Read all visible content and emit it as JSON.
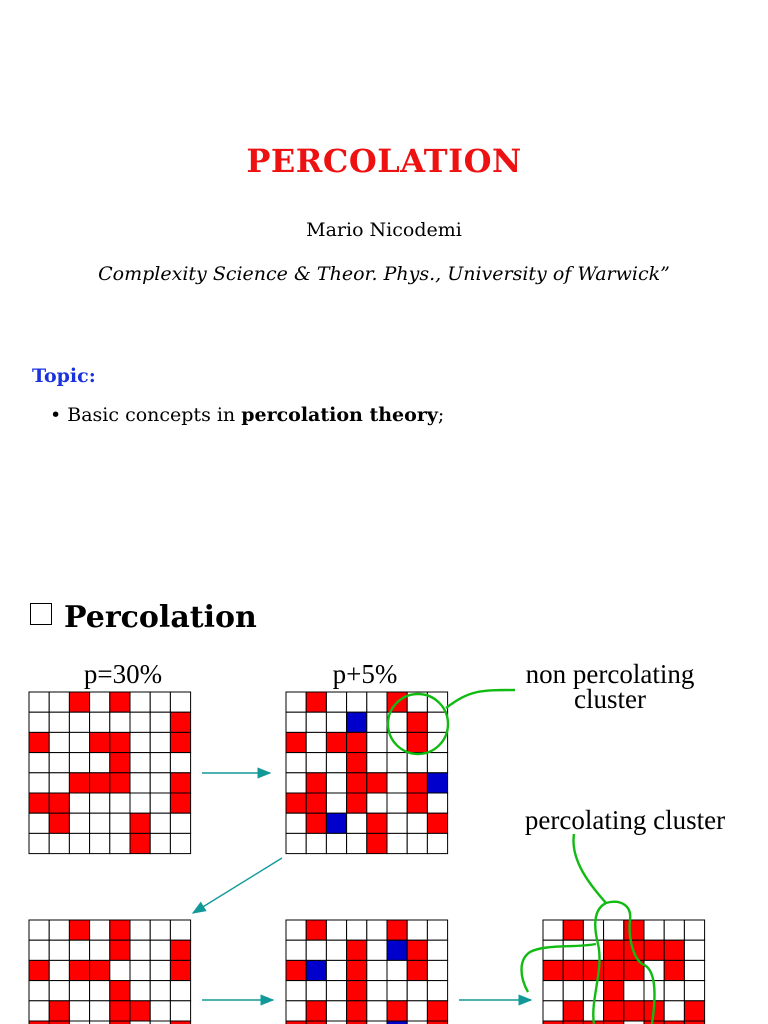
{
  "header": {
    "title": "PERCOLATION",
    "author": "Mario Nicodemi",
    "affiliation": "Complexity Science & Theor. Phys., University of Warwick”"
  },
  "topic": {
    "heading": "Topic:",
    "bullet_symbol": "•",
    "line_pre": "Basic concepts in",
    "line_bold": "percolation theory",
    "line_post": ";"
  },
  "section": {
    "heading": "Percolation"
  },
  "figure": {
    "label_p30": "p=30%",
    "label_p5": "p+5%",
    "label_nonperc_1": "non percolating",
    "label_nonperc_2": "cluster",
    "label_perc": "percolating cluster",
    "colors": {
      "red": "#ff0000",
      "blue": "#0000cc",
      "green": "#11bb11",
      "arrow": "#119999"
    },
    "grids": [
      {
        "name": "grid-p30",
        "cells": [
          "..R.R...",
          ".......R.",
          "R..RR..R.",
          "....R....",
          "..RRR..R.",
          "RR.....R.",
          ".R...R..R",
          ".....R..."
        ]
      },
      {
        "name": "grid-p35",
        "cells": [
          ".R...R..",
          "...B..R.",
          "R.RR..R.",
          "...R....",
          ".R.RR.RB",
          "RR.R..R.",
          ".RB.R..R",
          "....R..."
        ]
      },
      {
        "name": "grid-p40",
        "cells": [
          "..R.R...",
          "....R..R.",
          "R.RR...R.",
          "....R....",
          ".R..RR..RR",
          "RR..R..R."
        ]
      },
      {
        "name": "grid-p45",
        "cells": [
          ".R...R..",
          "...R.BR.",
          "RB.R..R.",
          "...R....",
          ".R.R.R.R",
          "RR.R.B.R"
        ]
      },
      {
        "name": "grid-p50",
        "cells": [
          ".R..R...",
          "...RRRR.",
          "RRRRR.R.",
          "...R....",
          ".R.RRR.R",
          "RRRR.RRR"
        ]
      }
    ]
  }
}
